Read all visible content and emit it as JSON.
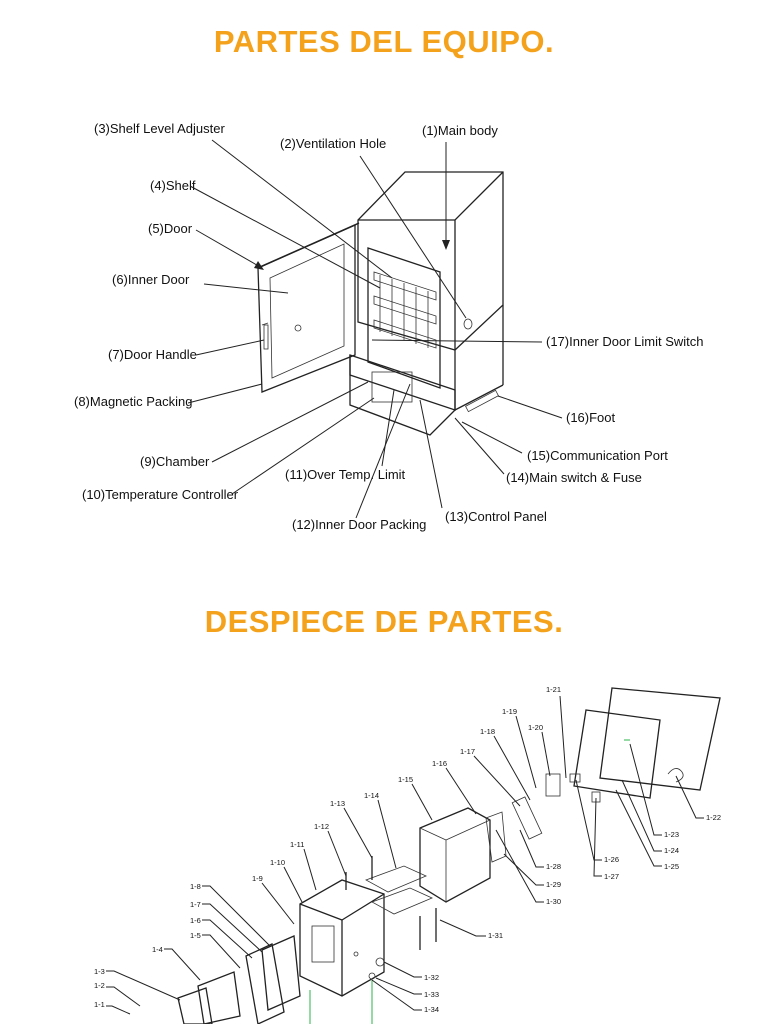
{
  "heading_parts": "PARTES DEL EQUIPO.",
  "heading_exploded": "DESPIECE DE PARTES.",
  "parts": [
    "(1)Main body",
    "(2)Ventilation Hole",
    "(3)Shelf Level Adjuster",
    "(4)Shelf",
    "(5)Door",
    "(6)Inner Door",
    "(7)Door Handle",
    "(8)Magnetic Packing",
    "(9)Chamber",
    "(10)Temperature Controller",
    "(11)Over Temp. Limit",
    "(12)Inner Door Packing",
    "(13)Control Panel",
    "(14)Main switch & Fuse",
    "(15)Communication Port",
    "(16)Foot",
    "(17)Inner Door Limit Switch"
  ],
  "exploded_labels": [
    "1-1",
    "1-2",
    "1-3",
    "1-4",
    "1-5",
    "1-6",
    "1-7",
    "1-8",
    "1-9",
    "1-10",
    "1-11",
    "1-12",
    "1-13",
    "1-14",
    "1-15",
    "1-16",
    "1-17",
    "1-18",
    "1-19",
    "1-20",
    "1-21",
    "1-22",
    "1-23",
    "1-24",
    "1-25",
    "1-26",
    "1-27",
    "1-28",
    "1-29",
    "1-30",
    "1-31",
    "1-32",
    "1-33",
    "1-34"
  ],
  "colors": {
    "heading": "#f4a21c",
    "line": "#222222"
  }
}
